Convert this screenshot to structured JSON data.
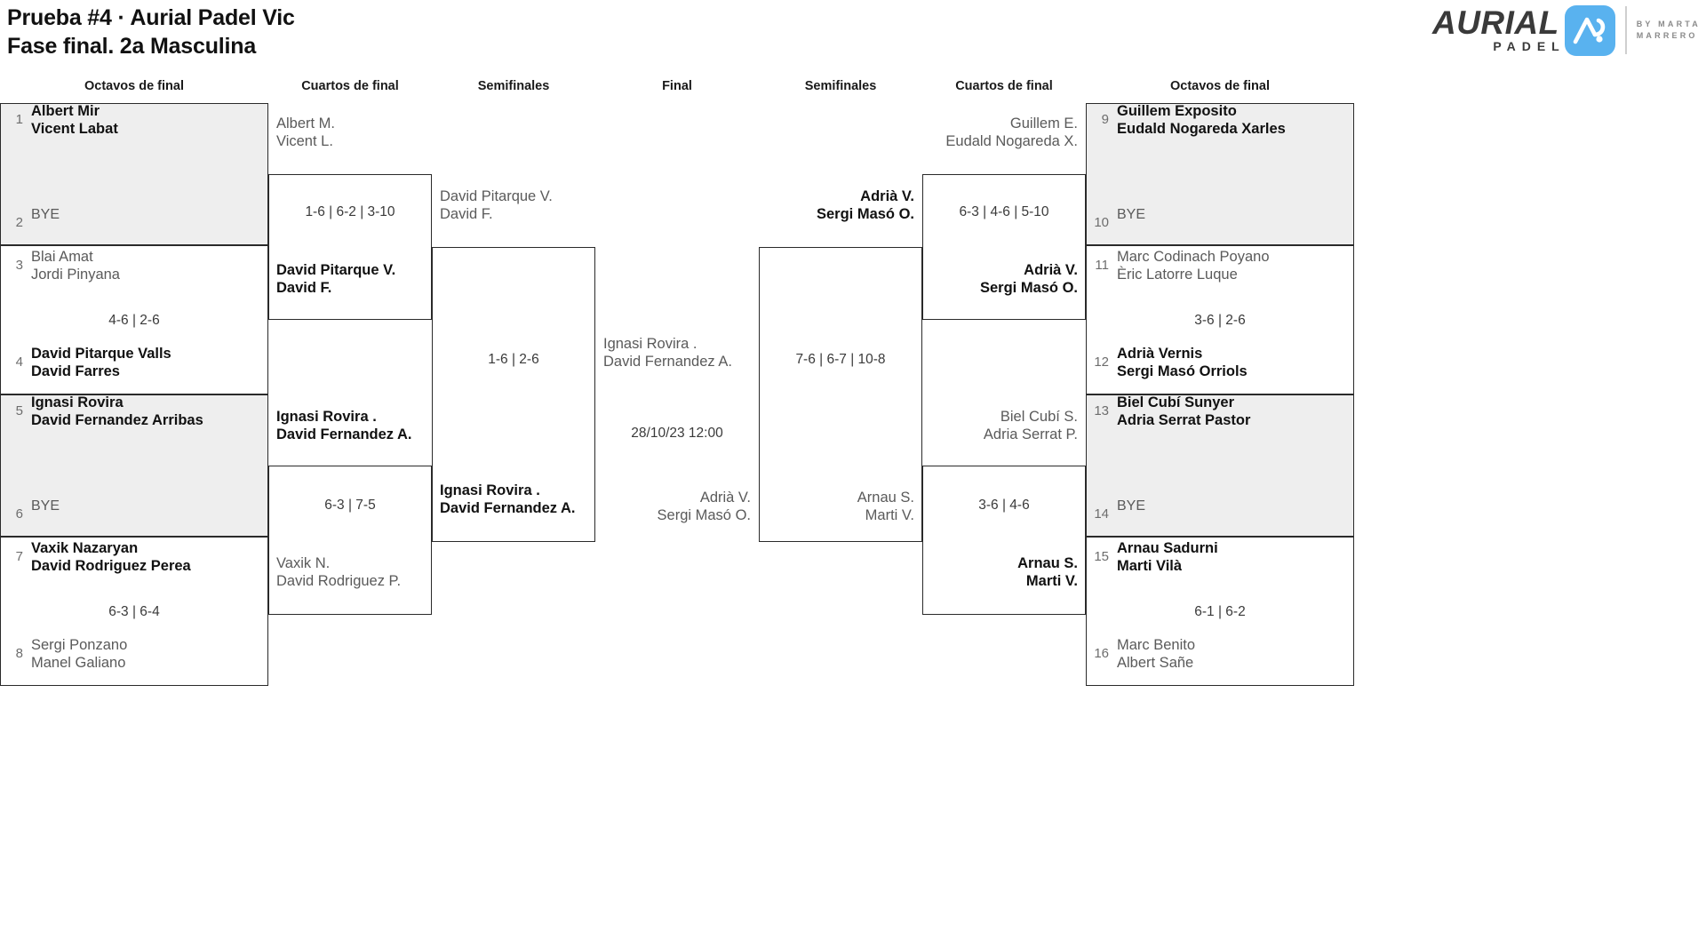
{
  "header": {
    "title_line1": "Prueba #4 · Aurial Padel Vic",
    "title_line2": "Fase final. 2a Masculina",
    "logo": {
      "brand": "AURIAL",
      "sub": "PADEL",
      "by_line1": "BY MARTA",
      "by_line2": "MARRERO",
      "mark_color": "#59b2ef"
    }
  },
  "rounds": {
    "left_r16": "Octavos de final",
    "left_qf": "Cuartos de final",
    "left_sf": "Semifinales",
    "final": "Final",
    "right_sf": "Semifinales",
    "right_qf": "Cuartos de final",
    "right_r16": "Octavos de final"
  },
  "left_r16": [
    {
      "seed": "1",
      "status": "winner",
      "n1": "Albert Mir",
      "n2": "Vicent Labat"
    },
    {
      "seed": "2",
      "status": "bye",
      "n1": "BYE",
      "n2": ""
    },
    {
      "seed": "3",
      "status": "loser",
      "n1": "Blai Amat",
      "n2": "Jordi Pinyana"
    },
    {
      "seed": "4",
      "status": "winner",
      "n1": "David Pitarque Valls",
      "n2": "David Farres"
    },
    {
      "seed": "5",
      "status": "winner",
      "n1": "Ignasi Rovira",
      "n2": "David Fernandez Arribas"
    },
    {
      "seed": "6",
      "status": "bye",
      "n1": "BYE",
      "n2": ""
    },
    {
      "seed": "7",
      "status": "winner",
      "n1": "Vaxik Nazaryan",
      "n2": "David Rodriguez Perea"
    },
    {
      "seed": "8",
      "status": "loser",
      "n1": "Sergi Ponzano",
      "n2": "Manel Galiano"
    }
  ],
  "left_r16_scores": {
    "m2": "4-6 | 2-6",
    "m4": "6-3 | 6-4"
  },
  "left_qf": [
    {
      "status": "loser",
      "n1": "Albert M.",
      "n2": "Vicent L."
    },
    {
      "status": "winner",
      "n1": "David Pitarque V.",
      "n2": "David F."
    },
    {
      "status": "winner",
      "n1": "Ignasi Rovira .",
      "n2": "David Fernandez A."
    },
    {
      "status": "loser",
      "n1": "Vaxik N.",
      "n2": "David Rodriguez P."
    }
  ],
  "left_qf_scores": {
    "m1": "1-6 | 6-2 | 3-10",
    "m2": "6-3 | 7-5"
  },
  "left_sf": [
    {
      "status": "loser",
      "n1": "David Pitarque V.",
      "n2": "David F."
    },
    {
      "status": "winner",
      "n1": "Ignasi Rovira .",
      "n2": "David Fernandez A."
    }
  ],
  "left_sf_score": "1-6 | 2-6",
  "final": {
    "top": {
      "status": "loser",
      "n1": "Ignasi Rovira .",
      "n2": "David Fernandez A."
    },
    "bottom": {
      "status": "loser",
      "n1": "Adrià V.",
      "n2": "Sergi Masó O."
    },
    "datetime": "28/10/23 12:00"
  },
  "right_sf": [
    {
      "status": "winner",
      "n1": "Adrià V.",
      "n2": "Sergi Masó O."
    },
    {
      "status": "loser",
      "n1": "Arnau S.",
      "n2": "Marti V."
    }
  ],
  "right_sf_score": "7-6 | 6-7 | 10-8",
  "right_qf": [
    {
      "status": "loser",
      "n1": "Guillem E.",
      "n2": "Eudald Nogareda X."
    },
    {
      "status": "winner",
      "n1": "Adrià V.",
      "n2": "Sergi Masó O."
    },
    {
      "status": "loser",
      "n1": "Biel Cubí S.",
      "n2": "Adria Serrat P."
    },
    {
      "status": "winner",
      "n1": "Arnau S.",
      "n2": "Marti V."
    }
  ],
  "right_qf_scores": {
    "m1": "6-3 | 4-6 | 5-10",
    "m2": "3-6 | 4-6"
  },
  "right_r16": [
    {
      "seed": "9",
      "status": "winner",
      "n1": "Guillem Exposito",
      "n2": "Eudald Nogareda Xarles"
    },
    {
      "seed": "10",
      "status": "bye",
      "n1": "BYE",
      "n2": ""
    },
    {
      "seed": "11",
      "status": "loser",
      "n1": "Marc Codinach Poyano",
      "n2": "Èric Latorre Luque"
    },
    {
      "seed": "12",
      "status": "winner",
      "n1": "Adrià Vernis",
      "n2": "Sergi Masó Orriols"
    },
    {
      "seed": "13",
      "status": "winner",
      "n1": "Biel Cubí Sunyer",
      "n2": "Adria Serrat Pastor"
    },
    {
      "seed": "14",
      "status": "bye",
      "n1": "BYE",
      "n2": ""
    },
    {
      "seed": "15",
      "status": "winner",
      "n1": "Arnau Sadurni",
      "n2": "Marti Vilà"
    },
    {
      "seed": "16",
      "status": "loser",
      "n1": "Marc Benito",
      "n2": "Albert Sañe"
    }
  ],
  "right_r16_scores": {
    "m2": "3-6 | 2-6",
    "m4": "6-1 | 6-2"
  }
}
